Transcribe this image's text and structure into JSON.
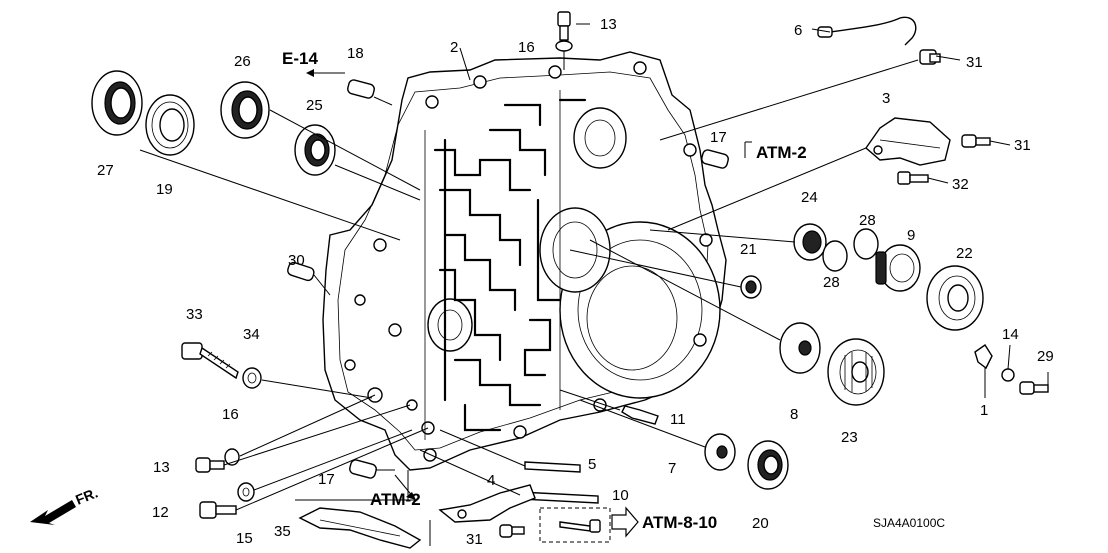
{
  "callouts": [
    "1",
    "2",
    "3",
    "4",
    "5",
    "6",
    "7",
    "8",
    "9",
    "10",
    "11",
    "12",
    "13",
    "13",
    "14",
    "15",
    "16",
    "16",
    "17",
    "17",
    "18",
    "19",
    "20",
    "21",
    "22",
    "23",
    "24",
    "25",
    "26",
    "27",
    "28",
    "28",
    "29",
    "30",
    "31",
    "31",
    "31",
    "32",
    "33",
    "34",
    "35"
  ],
  "references": {
    "e14": "E-14",
    "atm2_top": "ATM-2",
    "atm2_bottom": "ATM-2",
    "atm810": "ATM-8-10"
  },
  "direction_label": "FR.",
  "diagram_code": "SJA4A0100C"
}
